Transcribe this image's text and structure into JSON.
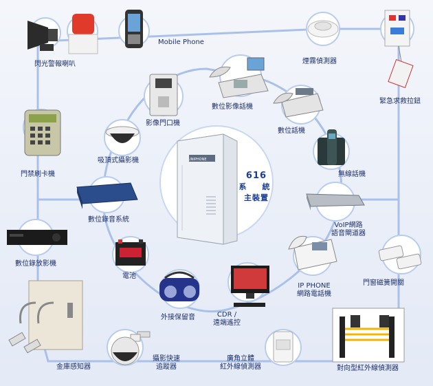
{
  "hub": {
    "model": "616",
    "line2": "系　統",
    "line3": "主裝置",
    "brand": "UNIPHONE"
  },
  "labels": {
    "flash_siren": "閃光警報喇叭",
    "mobile_phone": "Mobile Phone",
    "smoke_detector": "煙霧偵測器",
    "emergency_pull": "緊急求救拉鈕",
    "access_card": "門禁刷卡機",
    "video_door": "影像門口機",
    "digital_video_phone": "數位影像話機",
    "digital_phone": "數位話機",
    "ceiling_camera": "吸頂式攝影機",
    "cordless_phone": "無線話機",
    "digital_recorder": "數位錄音系統",
    "voip_gateway_1": "VoIP網路",
    "voip_gateway_2": "語音閘道器",
    "dvr": "數位錄放影機",
    "battery": "電池",
    "door_magnet": "門窗磁簧開關",
    "ip_phone_1": "IP PHONE",
    "ip_phone_2": "網路電話機",
    "cdr_1": "CDR /",
    "cdr_2": "遠端遙控",
    "external_hold": "外接保留音",
    "safe_sensor": "金庫感知器",
    "speed_dome_1": "攝影快速",
    "speed_dome_2": "追蹤器",
    "pir_1": "廣角立體",
    "pir_2": "紅外線偵測器",
    "beam_detector": "對向型紅外線偵測器"
  },
  "colors": {
    "line": "#a9c1ea",
    "circle_fill": "#ffffff",
    "circle_stroke": "#b8ccee",
    "label": "#1d2f6b",
    "hub_text": "#1a3d98"
  }
}
